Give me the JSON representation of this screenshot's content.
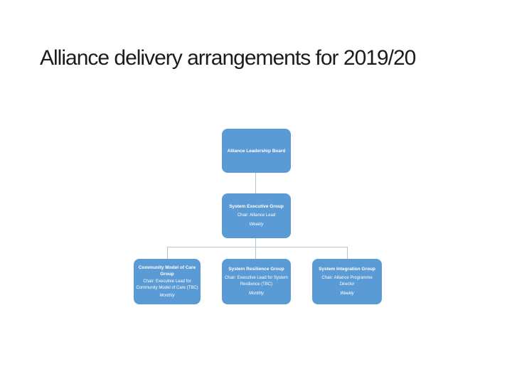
{
  "slide": {
    "title": "Alliance delivery arrangements for 2019/20"
  },
  "colors": {
    "background": "#ffffff",
    "title_text": "#1c1c1c",
    "node_fill": "#5b9bd5",
    "node_text": "#ffffff",
    "connector": "#b3c4d2"
  },
  "org_chart": {
    "nodes": [
      {
        "title": "Alliance Leadership Board",
        "chair": "",
        "frequency": ""
      },
      {
        "title": "System Executive Group",
        "chair": "Chair: Alliance Lead",
        "frequency": "Weekly"
      },
      {
        "title": "Community Model of Care Group",
        "chair": "Chair: Executive Lead for Community Model of Care (TBC)",
        "frequency": "Monthly"
      },
      {
        "title": "System Resilience Group",
        "chair": "Chair: Executive Lead for System Resilience (TBC)",
        "frequency": "Monthly"
      },
      {
        "title": "System Integration Group",
        "chair": "Chair: Alliance Programme Director",
        "frequency": "Weekly"
      }
    ]
  }
}
